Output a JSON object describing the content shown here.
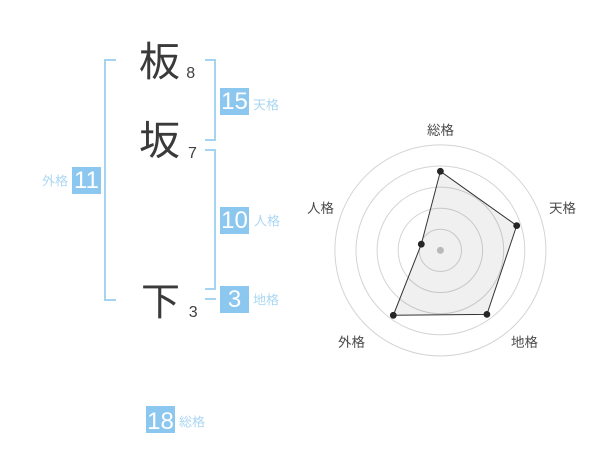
{
  "name": {
    "surname": [
      {
        "char": "板",
        "strokes": "8"
      },
      {
        "char": "坂",
        "strokes": "7"
      }
    ],
    "given": [
      {
        "char": "下",
        "strokes": "3"
      }
    ]
  },
  "gokaku": {
    "tenkaku": {
      "label": "天格",
      "value": "15"
    },
    "jinkaku": {
      "label": "人格",
      "value": "10"
    },
    "chikaku": {
      "label": "地格",
      "value": "3"
    },
    "gaikaku": {
      "label": "外格",
      "value": "11"
    },
    "soukaku": {
      "label": "総格",
      "value": "18"
    }
  },
  "colors": {
    "badge_blue": "#8cc7ef",
    "label_blue": "#a9d6f3",
    "bracket_blue": "#a5d4f2",
    "text_dark": "#3a3a3a",
    "stroke_num": "#414141",
    "radar_label": "#4a4a4a",
    "ring_gray": "#d4d4d4",
    "polygon_stroke": "#333333",
    "polygon_fill_opacity": "0.06",
    "vertex_dot": "#262626",
    "center_dot": "#b9b9b9"
  },
  "chart_data": {
    "type": "radar",
    "categories": [
      "総格",
      "天格",
      "地格",
      "外格",
      "人格"
    ],
    "values": [
      75,
      76,
      75,
      76,
      19
    ],
    "max": 100,
    "rings": 5,
    "start_angle_deg": -90,
    "direction": "clockwise",
    "grid": "circular",
    "legend": "none"
  }
}
